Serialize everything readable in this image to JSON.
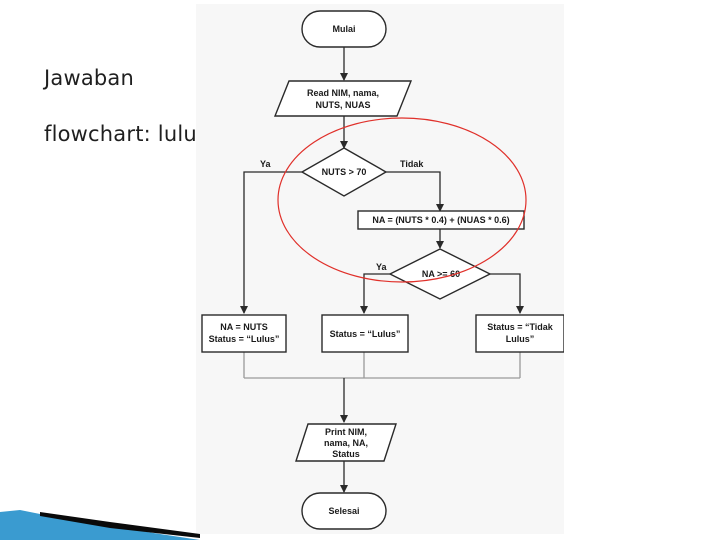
{
  "slide": {
    "title_line1": "Jawaban",
    "title_line2": "flowchart:  lulus"
  },
  "flowchart": {
    "start": "Mulai",
    "input": [
      "Read NIM, nama,",
      "NUTS, NUAS"
    ],
    "decision1": "NUTS > 70",
    "decision1_yes": "Ya",
    "decision1_no": "Tidak",
    "compute": "NA = (NUTS * 0.4) + (NUAS * 0.6)",
    "decision2": "NA >= 60",
    "decision2_yes": "Ya",
    "process_left": [
      "NA = NUTS",
      "Status = “Lulus”"
    ],
    "process_mid": "Status = “Lulus”",
    "process_right": [
      "Status = “Tidak",
      "Lulus”"
    ],
    "output": [
      "Print NIM,",
      "nama, NA,",
      "Status"
    ],
    "end": "Selesai"
  },
  "colors": {
    "highlight_ellipse": "#e0302a",
    "corner_accent": "#3a9bd0",
    "corner_dark": "#0a0a0a"
  }
}
